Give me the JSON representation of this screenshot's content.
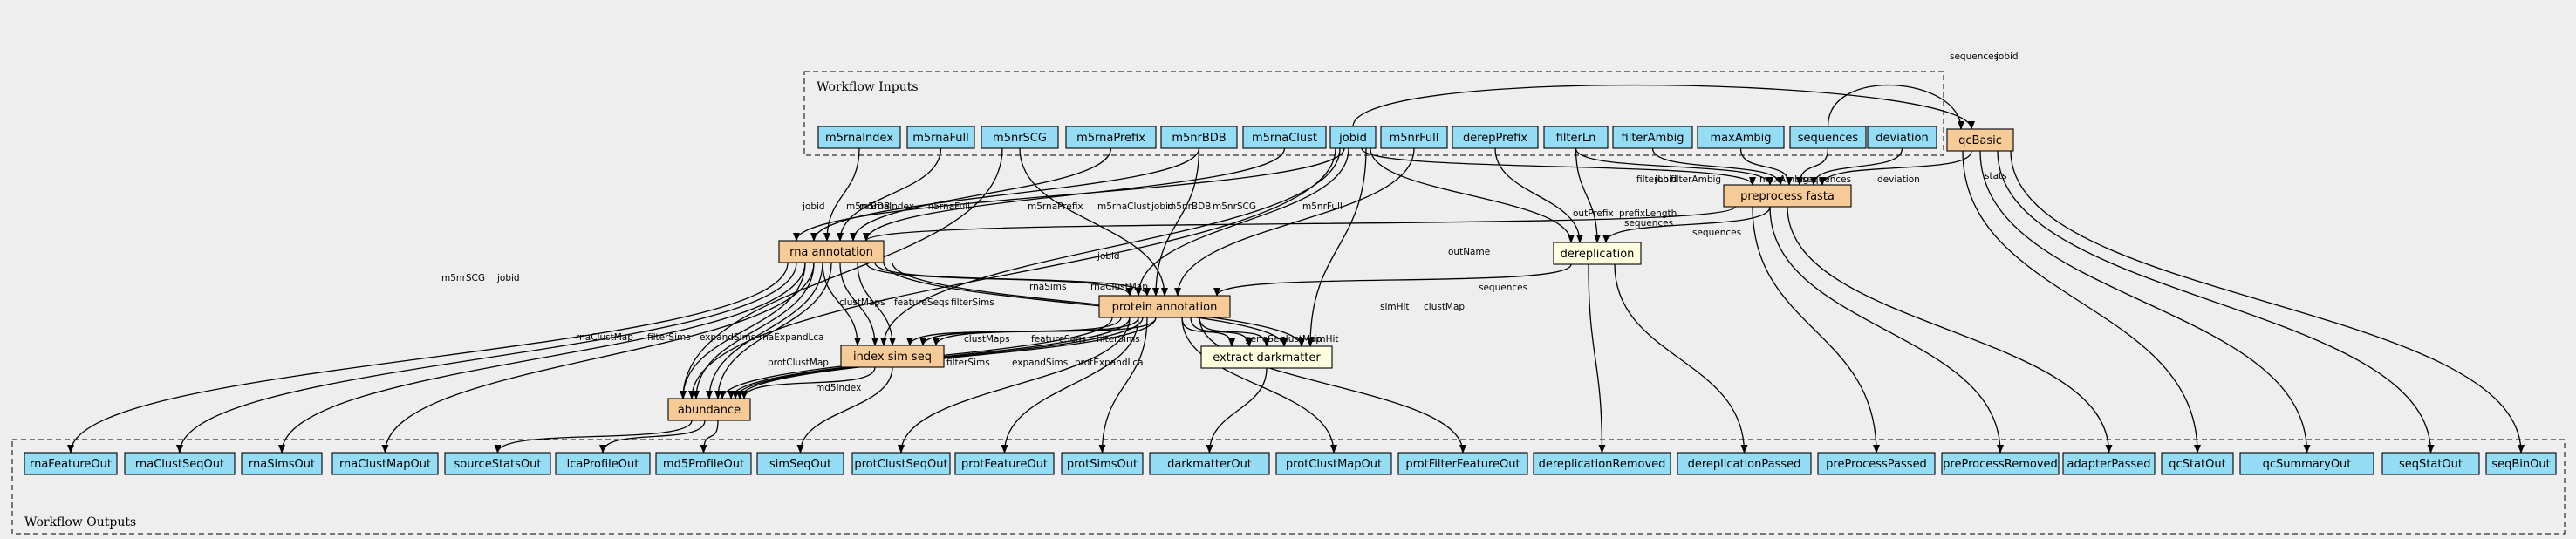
{
  "clusters": {
    "inputs_title": "Workflow Inputs",
    "outputs_title": "Workflow Outputs"
  },
  "inputs": [
    "m5rnaIndex",
    "m5rnaFull",
    "m5nrSCG",
    "m5rnaPrefix",
    "m5nrBDB",
    "m5rnaClust",
    "jobid",
    "m5nrFull",
    "derepPrefix",
    "filterLn",
    "filterAmbig",
    "maxAmbig",
    "sequences",
    "deviation"
  ],
  "steps": [
    "qcBasic",
    "preprocess fasta",
    "rna annotation",
    "protein annotation",
    "index sim seq",
    "abundance"
  ],
  "expressions": [
    "dereplication",
    "extract darkmatter"
  ],
  "outputs": [
    "rnaFeatureOut",
    "rnaClustSeqOut",
    "rnaSimsOut",
    "rnaClustMapOut",
    "sourceStatsOut",
    "lcaProfileOut",
    "md5ProfileOut",
    "simSeqOut",
    "protClustSeqOut",
    "protFeatureOut",
    "protSimsOut",
    "darkmatterOut",
    "protClustMapOut",
    "protFilterFeatureOut",
    "dereplicationRemoved",
    "dereplicationPassed",
    "preProcessPassed",
    "preProcessRemoved",
    "adapterPassed",
    "qcStatOut",
    "qcSummaryOut",
    "seqStatOut",
    "seqBinOut"
  ],
  "edge_labels": {
    "sequences": "sequences",
    "jobid": "jobid",
    "stats": "stats",
    "filterLn": "filterLn",
    "filterAmbig": "filterAmbig",
    "maxAmbig": "maxAmbig",
    "deviation": "deviation",
    "outPrefix": "outPrefix",
    "prefixLength": "prefixLength",
    "outName": "outName",
    "m5nrBDB": "m5nrBDB",
    "m5rnaIndex": "m5rnaIndex",
    "m5rnaFull": "m5rnaFull",
    "m5rnaPrefix": "m5rnaPrefix",
    "m5rnaClust": "m5rnaClust",
    "m5nrSCG": "m5nrSCG",
    "m5nrFull": "m5nrFull",
    "rnaSims": "rnaSims",
    "rnaClustMap": "rnaClustMap",
    "clustMaps": "clustMaps",
    "featureSeqs": "featureSeqs",
    "filterSims": "filterSims",
    "expandSims": "expandSims",
    "rnaExpandLca": "rnaExpandLca",
    "protClustMap": "protClustMap",
    "md5index": "md5index",
    "geneSeq": "geneSeq",
    "clustMap": "clustMap",
    "simHit": "simHit",
    "protExpandLca": "protExpandLca"
  }
}
